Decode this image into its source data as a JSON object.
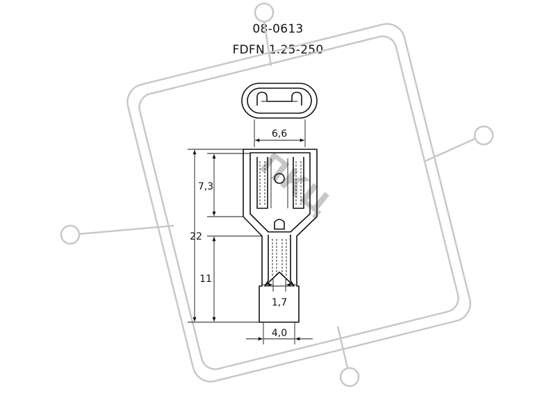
{
  "header": {
    "part_number": "08-0613",
    "model": "FDFN 1.25-250"
  },
  "watermark": {
    "text": "ПКЦ",
    "color": "#c8c8c8"
  },
  "dimensions": {
    "top_width": "6,6",
    "upper_height": "7,3",
    "total_height": "22",
    "lower_height": "11",
    "inner_width": "1,7",
    "bottom_width": "4,0"
  },
  "colors": {
    "line": "#111111",
    "watermark": "#c8c8c8"
  }
}
